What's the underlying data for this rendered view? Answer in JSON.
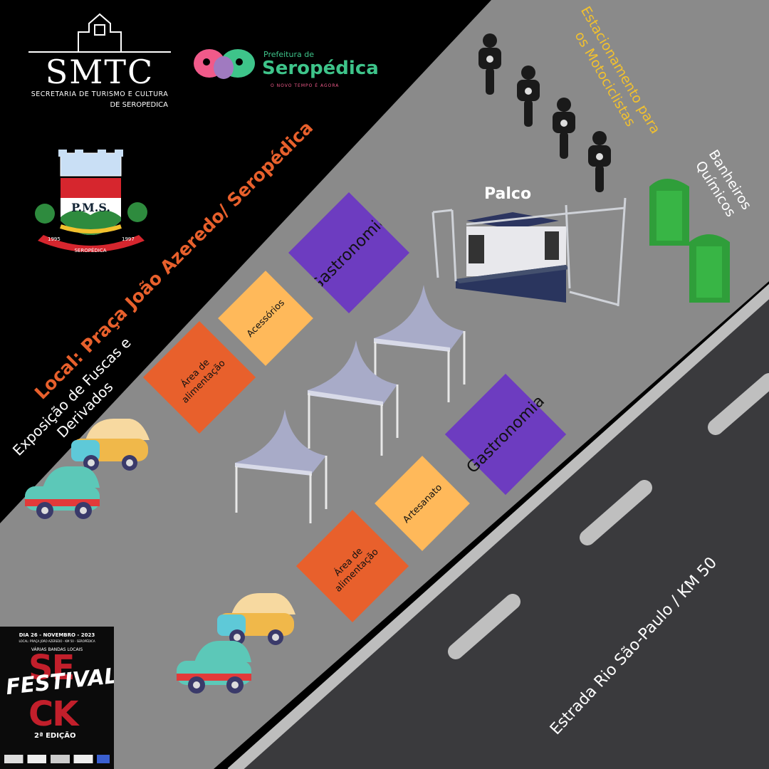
{
  "colors": {
    "background": "#000000",
    "plaza": "#8a8a8a",
    "road": "#3a3a3d",
    "road_edge": "#bdbdbd",
    "lane_mark": "#bfbfbf",
    "gastronomia": "#6d3cc0",
    "alimentacao": "#e8602c",
    "acessorios": "#ffb95a",
    "title_orange": "#e8602c",
    "moto_label": "#f2c12e",
    "white": "#ffffff"
  },
  "logos": {
    "smtc": {
      "mark": "SMTC",
      "line1": "SECRETARIA DE TURISMO E CULTURA",
      "line2": "DE SEROPEDICA"
    },
    "prefeitura": {
      "small": "Prefeitura de",
      "name": "Seropédica",
      "tagline": "O NOVO TEMPO É AGORA"
    },
    "crest": {
      "initials": "P.M.S.",
      "ribbon": "SEROPÉDICA",
      "year_left": "1995",
      "year_right": "1997"
    },
    "poster": {
      "line1": "DIA 26 - NOVEMBRO - 2023",
      "line2": "LOCAL: PRAÇA JOÃO AZEREDO - KM 50 - SEROPÉDICA",
      "line3": "VÁRIAS BANDAS LOCAIS",
      "title": "FESTIVAL",
      "big1": "SE",
      "big2": "CK",
      "edition": "2ª EDIÇÃO"
    }
  },
  "labels": {
    "local": "Local: Praça João Azeredo/ Seropédica",
    "exposicao_line1": "Exposição de Fuscas  e",
    "exposicao_line2": "Derivados",
    "estacionamento_line1": "Estacionamento para",
    "estacionamento_line2": "os Motociclistas",
    "banheiros_line1": "Banheiros",
    "banheiros_line2": "Químicos",
    "palco": "Palco",
    "estrada": "Estrada Rio São-Paulo / KM 50"
  },
  "booths": {
    "gastronomia_top": "Gastronomia",
    "acessorios": "Acessórios",
    "alimentacao_top_1": "Área de",
    "alimentacao_top_2": "alimentação",
    "gastronomia_bottom": "Gastronomia",
    "artesanato": "Artesanato",
    "alimentacao_bottom_1": "Área de",
    "alimentacao_bottom_2": "alimentação"
  },
  "icons": [
    "motorcycle-icon",
    "portable-toilet-icon",
    "tent-icon",
    "stage-icon",
    "car-icon"
  ]
}
